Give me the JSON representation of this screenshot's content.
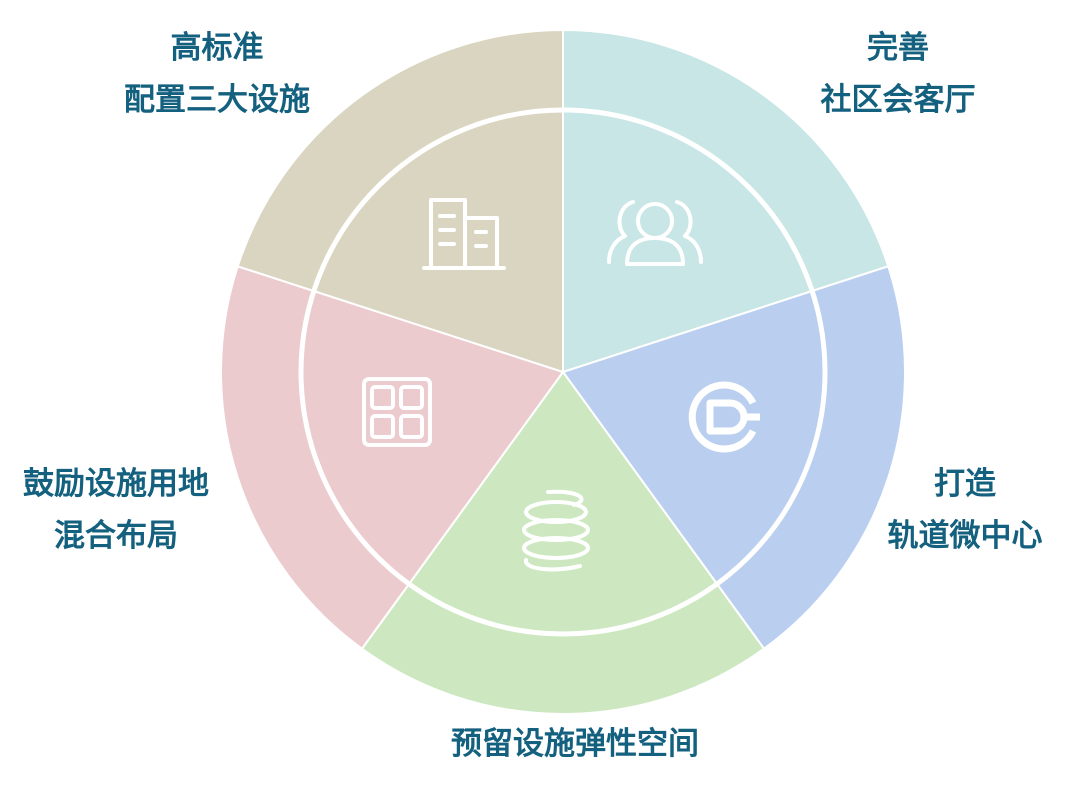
{
  "segments": [
    {
      "key": "community",
      "color": "#c7e6e5",
      "icon": "people-icon",
      "lines": [
        "完善",
        "社区会客厅"
      ]
    },
    {
      "key": "transit",
      "color": "#bacfef",
      "icon": "transit-logo-icon",
      "lines": [
        "打造",
        "轨道微中心"
      ]
    },
    {
      "key": "elastic",
      "color": "#cde8c1",
      "icon": "spring-icon",
      "lines": [
        "预留设施弹性空间"
      ]
    },
    {
      "key": "mixed",
      "color": "#ebcbce",
      "icon": "grid-icon",
      "lines": [
        "鼓励设施用地",
        "混合布局"
      ]
    },
    {
      "key": "facilities",
      "color": "#dad5c0",
      "icon": "buildings-icon",
      "lines": [
        "高标准",
        "配置三大设施"
      ]
    }
  ]
}
